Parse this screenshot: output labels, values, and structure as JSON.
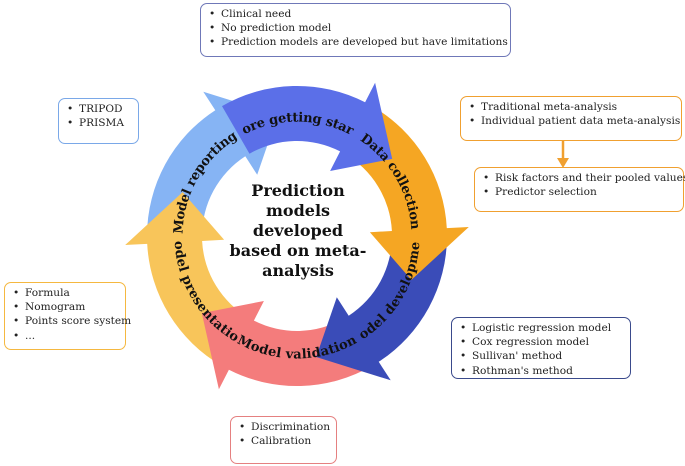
{
  "center_title": "Prediction models developed based on meta-analysis",
  "stages": [
    {
      "id": "before",
      "label": "Before getting started",
      "color": "#5b6fe8"
    },
    {
      "id": "data",
      "label": "Data collection",
      "color": "#f5a623"
    },
    {
      "id": "dev",
      "label": "Model development",
      "color": "#3a4cb8"
    },
    {
      "id": "valid",
      "label": "Model validation",
      "color": "#f47c7c"
    },
    {
      "id": "present",
      "label": "Model presentation",
      "color": "#f8c55a"
    },
    {
      "id": "report",
      "label": "Model reporting",
      "color": "#86b4f4"
    }
  ],
  "boxes": {
    "before": {
      "border": "#6f78b8",
      "items": [
        "Clinical need",
        "No prediction model",
        "Prediction models are developed but have limitations"
      ]
    },
    "data_top": {
      "border": "#f0a030",
      "items": [
        "Traditional meta-analysis",
        "Individual patient data meta-analysis"
      ]
    },
    "data_bottom": {
      "border": "#f0a030",
      "items": [
        "Risk factors and their pooled values",
        "Predictor selection"
      ]
    },
    "dev": {
      "border": "#3a4a8c",
      "items": [
        "Logistic regression model",
        "Cox regression model",
        "Sullivan' method",
        "Rothman's method"
      ]
    },
    "valid": {
      "border": "#e58080",
      "items": [
        "Discrimination",
        "Calibration"
      ]
    },
    "present": {
      "border": "#f5b840",
      "items": [
        "Formula",
        "Nomogram",
        "Points score system",
        "..."
      ]
    },
    "report": {
      "border": "#7aa8e8",
      "items": [
        "TRIPOD",
        "PRISMA"
      ]
    }
  },
  "bullet": "•"
}
